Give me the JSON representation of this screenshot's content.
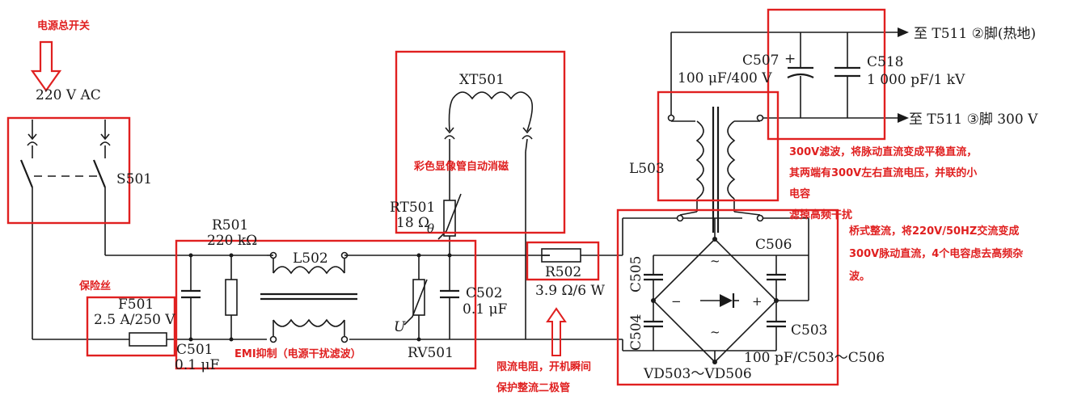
{
  "labels": {
    "power_switch": "电源总开关",
    "ac_input": "220 V AC",
    "s501": "S501",
    "fuse_note": "保险丝",
    "f501": "F501",
    "f501_rating": "2.5 A/250 V",
    "r501": "R501",
    "r501_value": "220 kΩ",
    "l502": "L502",
    "c501": "C501",
    "c501_value": "0.1 μF",
    "emi_note": "EMI抑制（电源干扰滤波）",
    "rv501": "RV501",
    "u_mark": "U",
    "c502": "C502",
    "c502_value": "0.1 μF",
    "xt501": "XT501",
    "degauss_note": "彩色显像管自动消磁",
    "rt501": "RT501",
    "rt501_value": "18 Ω",
    "theta": "θ",
    "r502": "R502",
    "r502_value": "3.9 Ω/6 W",
    "r502_note_1": "限流电阻，开机瞬间",
    "r502_note_2": "保护整流二极管",
    "l503": "L503",
    "c507": "C507",
    "c507_plus": "+",
    "c507_value": "100 μF/400 V",
    "c518": "C518",
    "c518_value": "1 000 pF/1 kV",
    "out1": "至 T511 ②脚(热地)",
    "out2": "至 T511 ③脚 300 V",
    "filter_note_1": "300V滤波，将脉动直流变成平稳直流，",
    "filter_note_2": "其两端有300V左右直流电压，并联的小",
    "filter_note_3": "电容",
    "filter_note_4": "滤掉高频干扰",
    "bridge_note_1": "桥式整流，将220V/50HZ交流变成",
    "bridge_note_2": "300V脉动直流，4个电容虑去高频杂",
    "bridge_note_3": "波。",
    "c505": "C505",
    "c506": "C506",
    "c504": "C504",
    "c503": "C503",
    "bridge_minus": "−",
    "bridge_plus": "+",
    "bridge_tilde_top": "~",
    "bridge_tilde_bottom": "~",
    "bridge_cap_value": "100 pF/C503～C506",
    "vd": "VD503～VD506"
  },
  "colors": {
    "wire": "#1a1a1a",
    "annotation": "#e02020"
  }
}
